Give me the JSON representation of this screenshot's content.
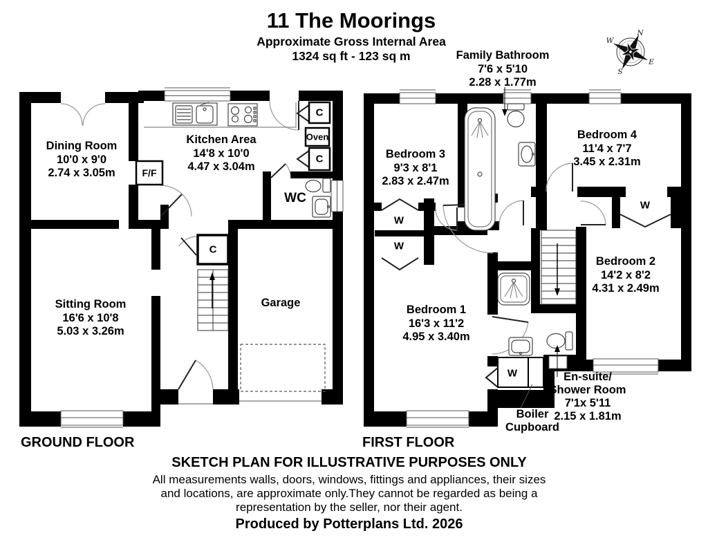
{
  "header": {
    "title": "11 The Moorings",
    "subtitle": "Approximate Gross Internal Area",
    "area": "1324 sq ft - 123 sq m"
  },
  "compass": {
    "n": "N",
    "e": "E",
    "s": "S",
    "w": "W"
  },
  "ground_floor": {
    "label": "GROUND FLOOR",
    "rooms": [
      {
        "name": "Dining Room",
        "imperial": "10'0 x 9'0",
        "metric": "2.74 x 3.05m"
      },
      {
        "name": "Kitchen Area",
        "imperial": "14'8 x 10'0",
        "metric": "4.47 x 3.04m"
      },
      {
        "name": "Sitting Room",
        "imperial": "16'6 x 10'8",
        "metric": "5.03 x 3.26m"
      },
      {
        "name": "Garage"
      }
    ],
    "small_labels": {
      "fridge_freezer": "F/F",
      "oven": "Oven",
      "wc": "WC",
      "cupboard": "C"
    }
  },
  "first_floor": {
    "label": "FIRST FLOOR",
    "rooms": [
      {
        "name": "Family Bathroom",
        "imperial": "7'6 x 5'10",
        "metric": "2.28 x 1.77m"
      },
      {
        "name": "Bedroom 3",
        "imperial": "9'3 x 8'1",
        "metric": "2.83 x 2.47m"
      },
      {
        "name": "Bedroom 4",
        "imperial": "11'4 x 7'7",
        "metric": "3.45 x 2.31m"
      },
      {
        "name": "Bedroom 2",
        "imperial": "14'2 x 8'2",
        "metric": "4.31 x 2.49m"
      },
      {
        "name": "Bedroom 1",
        "imperial": "16'3 x 11'2",
        "metric": "4.95 x 3.40m"
      },
      {
        "name": "En-suite/",
        "name2": "Shower Room",
        "imperial": "7'1x 5'11",
        "metric": "2.15 x 1.81m"
      }
    ],
    "small_labels": {
      "wardrobe": "W",
      "boiler_line1": "Boiler",
      "boiler_line2": "Cupboard"
    }
  },
  "footer": {
    "disclaimer_title": "SKETCH PLAN FOR ILLUSTRATIVE PURPOSES ONLY",
    "disclaimer_line1": "All measurements walls, doors, windows, fittings and appliances, their sizes",
    "disclaimer_line2": "and locations, are approximate only.They cannot be regarded as being a",
    "disclaimer_line3": "representation by the seller, nor their agent.",
    "credit": "Produced by Potterplans Ltd. 2026"
  }
}
